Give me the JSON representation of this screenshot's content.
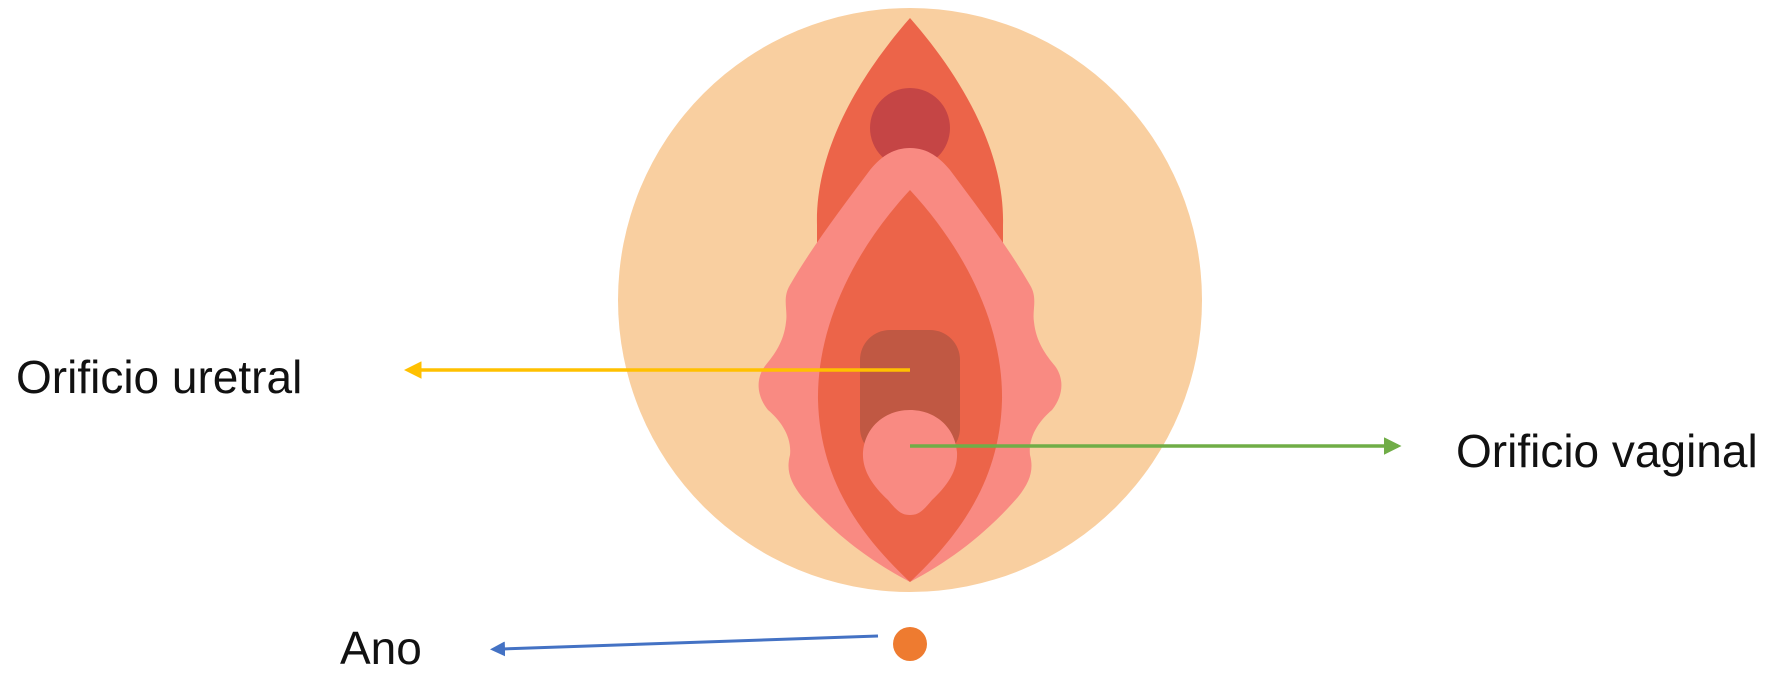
{
  "labels": {
    "urethral_opening": "Orificio uretral",
    "vaginal_opening": "Orificio vaginal",
    "anus": "Ano"
  },
  "colors": {
    "background_circle": "#F9CFA0",
    "outer_labia": "#EC6449",
    "inner_labia": "#F98A82",
    "clitoris": "#C54545",
    "urethral_area": "#C05843",
    "anus_dot": "#EE7B30",
    "urethral_arrow": "#FFC000",
    "vaginal_arrow": "#70AD47",
    "anus_arrow": "#4472C4"
  }
}
